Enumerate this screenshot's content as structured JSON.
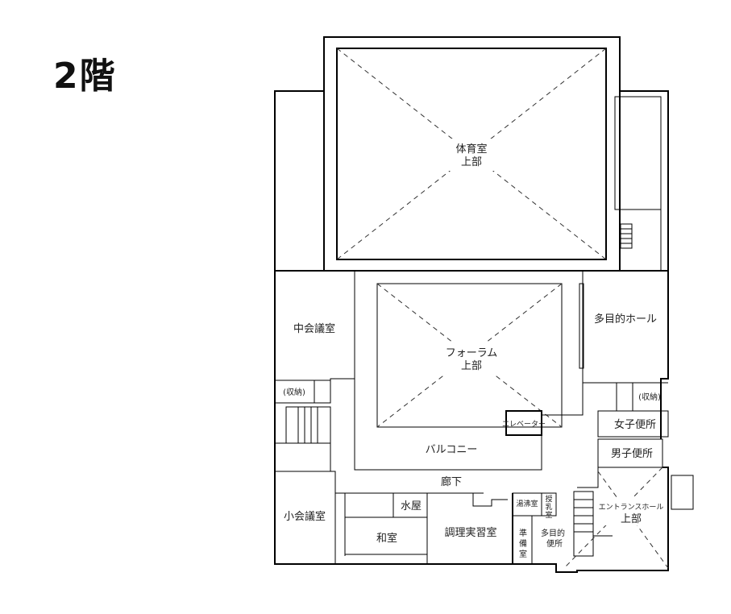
{
  "floor_title": "2階",
  "rooms": {
    "gym_upper_1": "体育室",
    "gym_upper_2": "上部",
    "forum_upper_1": "フォーラム",
    "forum_upper_2": "上部",
    "mid_meeting": "中会議室",
    "storage_left": "(収納)",
    "storage_right": "(収納)",
    "multipurpose_hall": "多目的ホール",
    "elevator": "エレベーター",
    "balcony": "バルコニー",
    "womens_toilet": "女子便所",
    "mens_toilet": "男子便所",
    "corridor": "廊下",
    "small_meeting": "小会議室",
    "mizuya": "水屋",
    "washitsu": "和室",
    "cooking_room": "調理実習室",
    "kettle_room": "湯沸室",
    "nursing_1": "授",
    "nursing_2": "乳",
    "nursing_3": "室",
    "prep_1": "準",
    "prep_2": "備",
    "prep_3": "室",
    "mp_toilet_1": "多目的",
    "mp_toilet_2": "便所",
    "entrance_upper_1": "エントランスホール",
    "entrance_upper_2": "上部"
  }
}
